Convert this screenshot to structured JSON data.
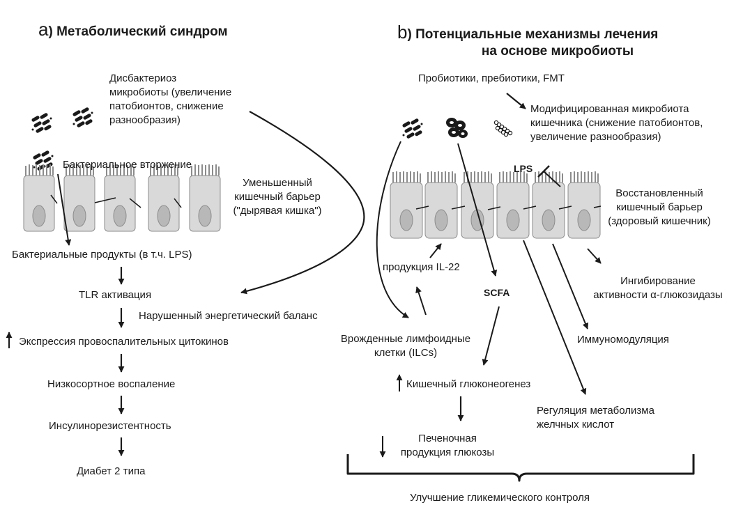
{
  "panel_a": {
    "letter": "a",
    "title": "Метаболический синдром",
    "dysbiosis": [
      "Дисбактериоз",
      "микробиоты (увеличение",
      "патобионтов, снижение",
      "разнообразия)"
    ],
    "invasion": "Бактериальное вторжение",
    "barrier": [
      "Уменьшенный",
      "кишечный барьер",
      "(\"дырявая кишка\")"
    ],
    "products": "Бактериальные продукты (в т.ч. LPS)",
    "tlr": "TLR активация",
    "energy": "Нарушенный энергетический баланс",
    "cytokines": "Экспрессия провоспалительных цитокинов",
    "inflammation": "Низкосортное воспаление",
    "insulin": "Инсулинорезистентность",
    "diabetes": "Диабет 2 типа"
  },
  "panel_b": {
    "letter": "b",
    "title": [
      "Потенциальные механизмы лечения",
      "на основе микробиоты"
    ],
    "therapies": "Пробиотики, пребиотики, FMT",
    "modified": [
      "Модифицированная микробиота",
      "кишечника (снижение патобионтов,",
      "увеличение разнообразия)"
    ],
    "lps": "LPS",
    "restored": [
      "Восстановленный",
      "кишечный барьер",
      "(здоровый кишечник)"
    ],
    "il22": "продукция IL-22",
    "scfa": "SCFA",
    "glucosidase": [
      "Ингибирование",
      "активности α-глюкозидазы"
    ],
    "immuno": "Иммуномодуляция",
    "ilc": [
      "Врожденные лимфоидные",
      "клетки (ILCs)"
    ],
    "gluconeo": "Кишечный глюконеогенез",
    "bile": [
      "Регуляция метаболизма",
      "желчных кислот"
    ],
    "liver": [
      "Печеночная",
      "продукция глюкозы"
    ],
    "glycemic": "Улучшение гликемического контроля"
  },
  "colors": {
    "ink": "#1a1a1a",
    "cell_fill": "#d9d9d9",
    "cell_stroke": "#8c8c8c",
    "nucleus": "#b8b8b8"
  }
}
